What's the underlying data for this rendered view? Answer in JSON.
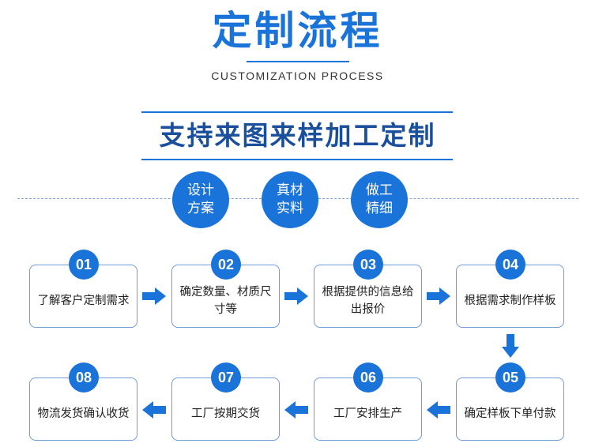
{
  "header": {
    "title": "定制流程",
    "subtitle": "CUSTOMIZATION PROCESS",
    "slogan": "支持来图来样加工定制"
  },
  "features": [
    {
      "line1": "设计",
      "line2": "方案"
    },
    {
      "line1": "真材",
      "line2": "实料"
    },
    {
      "line1": "做工",
      "line2": "精细"
    }
  ],
  "steps": [
    {
      "num": "01",
      "text": "了解客户定制需求"
    },
    {
      "num": "02",
      "text": "确定数量、材质尺寸等"
    },
    {
      "num": "03",
      "text": "根据提供的信息给出报价"
    },
    {
      "num": "04",
      "text": "根据需求制作样板"
    },
    {
      "num": "05",
      "text": "确定样板下单付款"
    },
    {
      "num": "06",
      "text": "工厂安排生产"
    },
    {
      "num": "07",
      "text": "工厂按期交货"
    },
    {
      "num": "08",
      "text": "物流发货确认收货"
    }
  ],
  "colors": {
    "accent": "#1a73d9",
    "border": "#6f9bd8",
    "slogan": "#1a4f9c"
  }
}
